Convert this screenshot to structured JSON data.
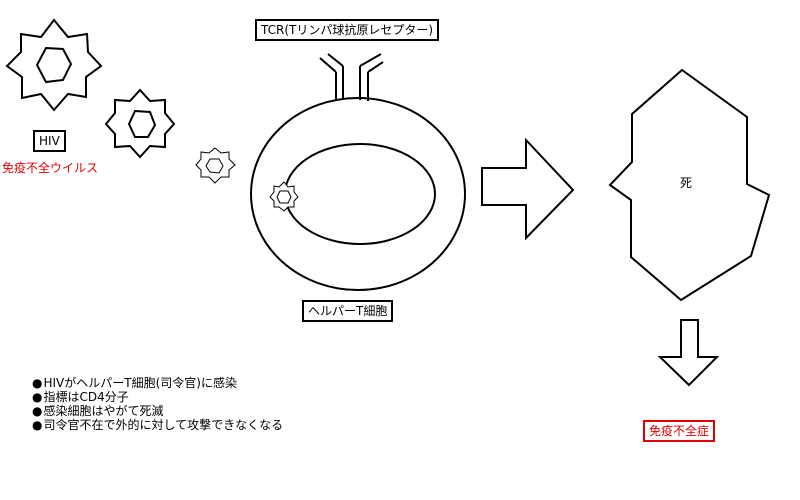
{
  "labels": {
    "hiv": "HIV",
    "hiv_caption": "免疫不全ウイルス",
    "tcr": "TCR(Tリンパ球抗原レセプター)",
    "helper_t_cell": "ヘルパーT細胞",
    "death": "死",
    "immunodeficiency": "免疫不全症"
  },
  "notes": [
    "HIVがヘルパーT細胞(司令官)に感染",
    "指標はCD4分子",
    "感染細胞はやがて死滅",
    "司令官不在で外的に対して攻撃できなくなる"
  ],
  "colors": {
    "ink": "#000000",
    "accent_red": "#e00000",
    "background": "#ffffff"
  }
}
